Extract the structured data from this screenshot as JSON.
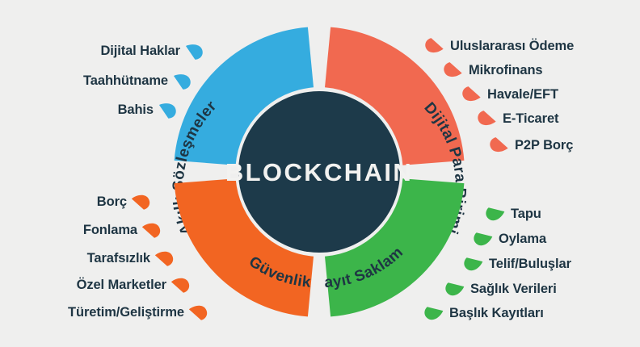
{
  "title": "BLOCKCHAIN",
  "background_color": "#efefee",
  "text_color": "#1e3543",
  "hub": {
    "label": "BLOCKCHAIN",
    "color": "#1d3a4a",
    "text_color": "#f2f2f0"
  },
  "segments": [
    {
      "id": "akilli-sozlesmeler",
      "arc_label": "Akıllı Sözleşmeler",
      "color": "#35acdf",
      "position": "top-left",
      "items": [
        {
          "label": "Dijital Haklar"
        },
        {
          "label": "Taahhütname"
        },
        {
          "label": "Bahis"
        }
      ]
    },
    {
      "id": "dijital-para-birimi",
      "arc_label": "Dijital Para Birimi",
      "color": "#f16950",
      "position": "top-right",
      "items": [
        {
          "label": "Uluslararası Ödeme"
        },
        {
          "label": "Mikrofinans"
        },
        {
          "label": "Havale/EFT"
        },
        {
          "label": "E-Ticaret"
        },
        {
          "label": "P2P Borç"
        }
      ]
    },
    {
      "id": "guvenlik",
      "arc_label": "Güvenlik",
      "color": "#f26522",
      "position": "bottom-left",
      "items": [
        {
          "label": "Borç"
        },
        {
          "label": "Fonlama"
        },
        {
          "label": "Tarafsızlık"
        },
        {
          "label": "Özel Marketler"
        },
        {
          "label": "Türetim/Geliştirme"
        }
      ]
    },
    {
      "id": "kayit-saklama",
      "arc_label": "Kayıt Saklama",
      "color": "#3cb54a",
      "position": "bottom-right",
      "items": [
        {
          "label": "Tapu"
        },
        {
          "label": "Oylama"
        },
        {
          "label": "Telif/Buluşlar"
        },
        {
          "label": "Sağlık Verileri"
        },
        {
          "label": "Başlık Kayıtları"
        }
      ]
    }
  ]
}
